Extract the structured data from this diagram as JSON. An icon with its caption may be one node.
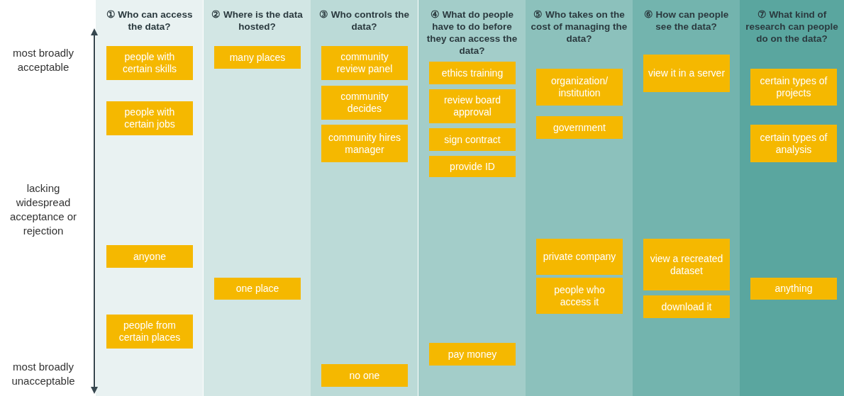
{
  "diagram": {
    "nodes": [
      {
        "text": [
          "① Who can access the data?"
        ]
      },
      {
        "text": [
          "people with certain skills"
        ],
        "in": 0
      },
      {
        "text": [
          "people with certain jobs"
        ],
        "in": 0
      },
      {
        "text": [
          "anyone"
        ],
        "in": 0
      },
      {
        "text": [
          "people from certain places"
        ],
        "in": 0
      },
      {
        "text": [
          "② Where is the data hosted?"
        ]
      },
      {
        "text": [
          "many places"
        ],
        "in": 5
      },
      {
        "text": [
          "one place"
        ],
        "in": 5
      },
      {
        "text": [
          "③ Who controls the data?"
        ]
      },
      {
        "text": [
          "community review panel"
        ],
        "in": 8
      },
      {
        "text": [
          "community decides"
        ],
        "in": 8
      },
      {
        "text": [
          "community hires manager"
        ],
        "in": 8
      },
      {
        "text": [
          "no one"
        ],
        "in": 8
      },
      {
        "text": [
          "④ What do people have to do before they can access the data?"
        ]
      },
      {
        "text": [
          "ethics training"
        ],
        "in": 13
      },
      {
        "text": [
          "review board approval"
        ],
        "in": 13
      },
      {
        "text": [
          "sign contract"
        ],
        "in": 13
      },
      {
        "text": [
          "provide ID"
        ],
        "in": 13
      },
      {
        "text": [
          "pay money"
        ],
        "in": 13
      },
      {
        "text": [
          "⑤ Who takes on the cost of managing the data?"
        ]
      },
      {
        "text": [
          "organization/ institution"
        ],
        "in": 19
      },
      {
        "text": [
          "government"
        ],
        "in": 19
      },
      {
        "text": [
          "private company"
        ],
        "in": 19
      },
      {
        "text": [
          "people who access it"
        ],
        "in": 19
      },
      {
        "text": [
          "⑥ How can people see the data?"
        ]
      },
      {
        "text": [
          "view it in a server"
        ],
        "in": 24
      },
      {
        "text": [
          "view a recreated dataset"
        ],
        "in": 24
      },
      {
        "text": [
          "download it"
        ],
        "in": 24
      },
      {
        "text": [
          "⑦ What kind of research can people do on the data?"
        ]
      },
      {
        "text": [
          "certain types of projects"
        ],
        "in": 28
      },
      {
        "text": [
          "certain types of analysis"
        ],
        "in": 28
      },
      {
        "text": [
          "anything"
        ],
        "in": 28
      }
    ],
    "edges": [],
    "labels": [
      "most broadly acceptable",
      "lacking widespread acceptance or rejection",
      "most broadly unacceptable"
    ]
  }
}
